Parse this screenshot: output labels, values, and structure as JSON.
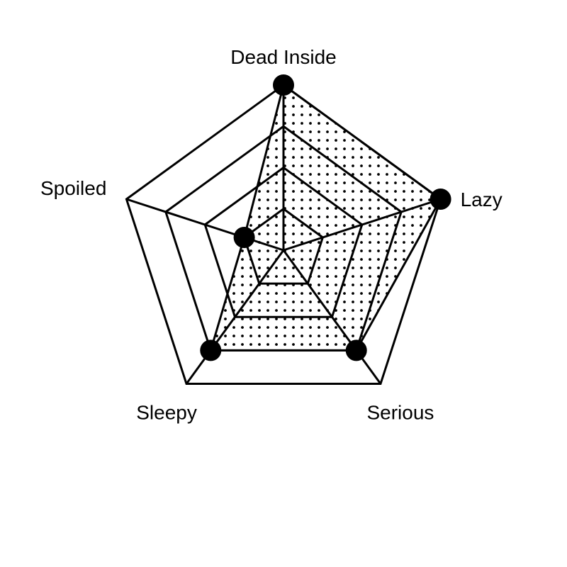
{
  "chart_data": {
    "type": "radar",
    "title": "",
    "axes": [
      "Dead Inside",
      "Lazy",
      "Serious",
      "Sleepy",
      "Spoiled"
    ],
    "series": [
      {
        "values": [
          4,
          4,
          3,
          3,
          1
        ]
      }
    ],
    "range": [
      0,
      4
    ],
    "grid_levels": [
      1,
      2,
      3,
      4
    ],
    "grid": true,
    "fill_pattern": "dots",
    "colors": {
      "line": "#000000",
      "fill": "#000000",
      "background": "#ffffff"
    }
  }
}
